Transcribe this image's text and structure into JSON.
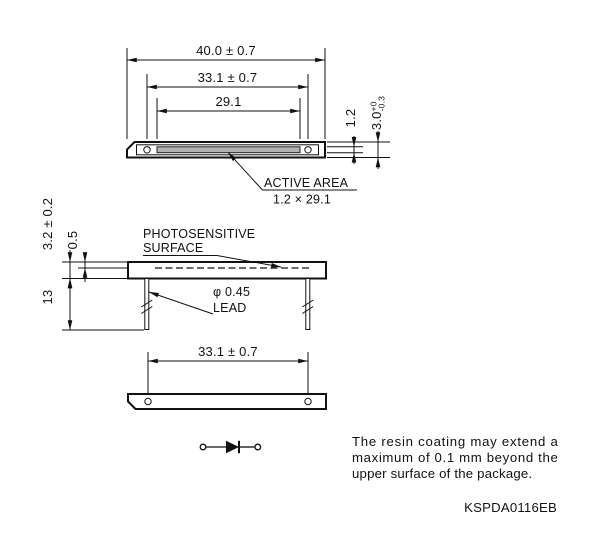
{
  "top_view": {
    "dim_overall": "40.0 ± 0.7",
    "dim_hole_pitch": "33.1 ± 0.7",
    "dim_active_length": "29.1",
    "dim_active_width": "1.2",
    "dim_depth": {
      "value": "3.0",
      "tol_plus": "+0",
      "tol_minus": "-0.3"
    },
    "active_area_label": "ACTIVE AREA",
    "active_area_size": "1.2 × 29.1"
  },
  "side_view": {
    "dim_height": "3.2 ± 0.2",
    "dim_surface_depth": "0.5",
    "dim_lead_length": "13",
    "photosensitive_line1": "PHOTOSENSITIVE",
    "photosensitive_line2": "SURFACE",
    "lead_diameter": "φ 0.45",
    "lead_label": "LEAD"
  },
  "bottom_view": {
    "dim_hole_pitch": "33.1 ± 0.7"
  },
  "note": {
    "line1": "The resin coating may extend a",
    "line2": "maximum of 0.1 mm beyond the",
    "line3": "upper surface of the package.",
    "code": "KSPDA0116EB"
  },
  "icons": {
    "diode_symbol": "photodiode-circuit-symbol"
  },
  "colors": {
    "line": "#111111",
    "active_area_fill": "#b2b2b2",
    "background": "#ffffff"
  }
}
